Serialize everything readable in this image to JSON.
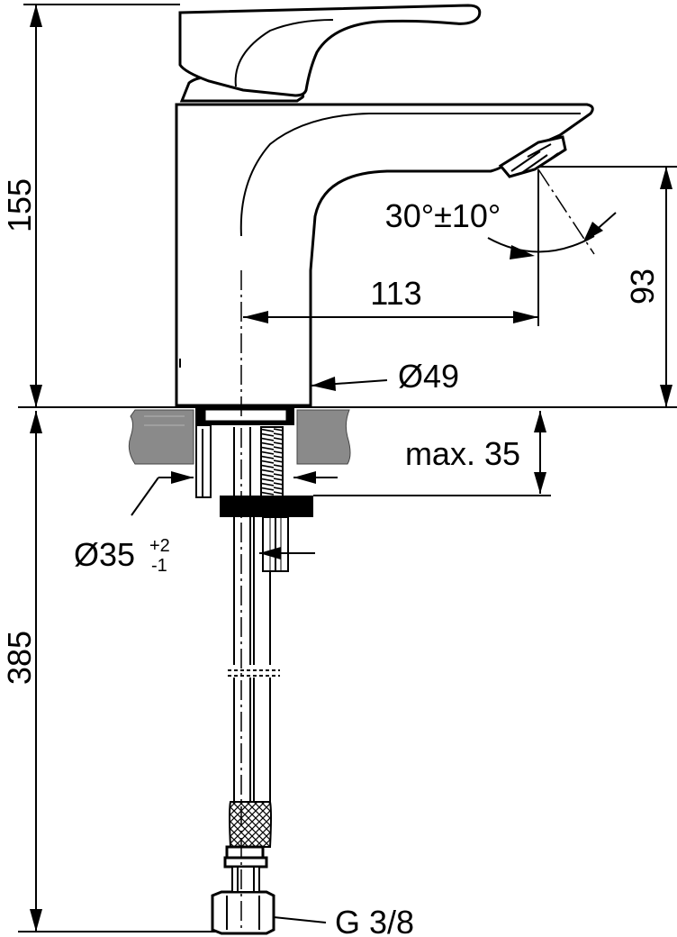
{
  "dimensions": {
    "total_height": "155",
    "spout_height": "93",
    "spout_reach": "113",
    "spray_angle": "30°±10°",
    "body_diameter": "Ø49",
    "max_thickness": "max. 35",
    "hole_diameter": "Ø35",
    "hole_tol_plus": "+2",
    "hole_tol_minus": "-1",
    "hose_length": "385",
    "connection": "G 3/8"
  }
}
